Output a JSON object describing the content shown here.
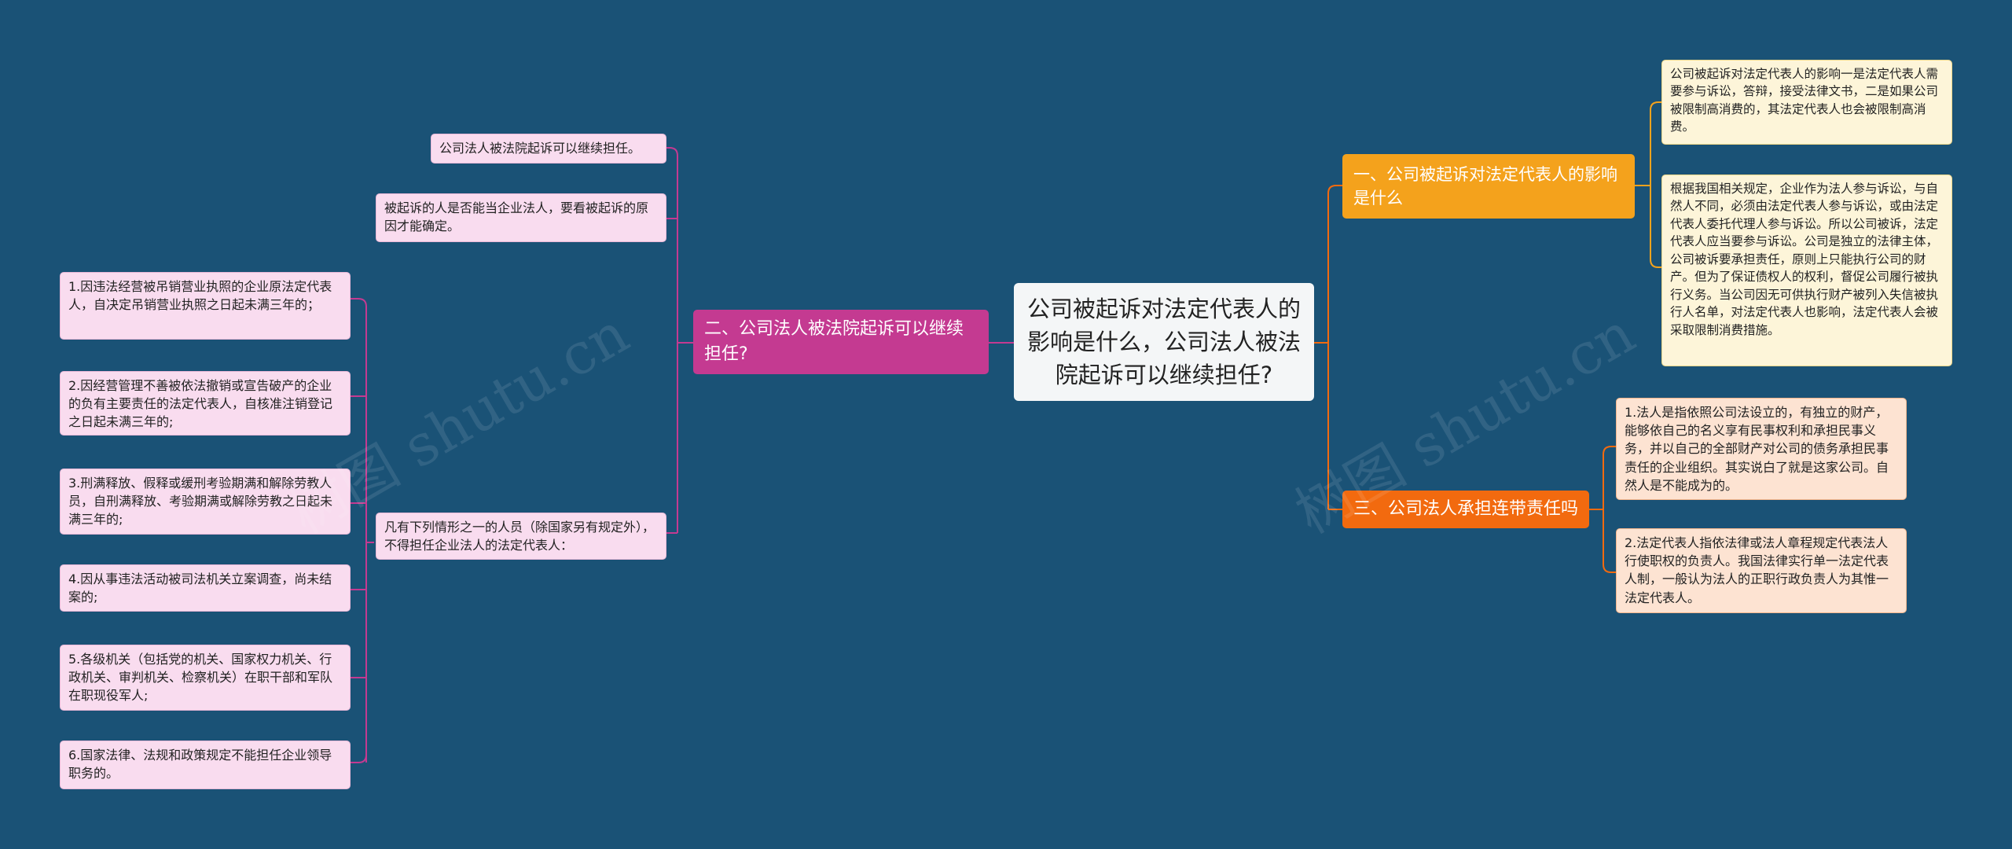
{
  "root": {
    "text": "公司被起诉对法定代表人的影响是什么，公司法人被法院起诉可以继续担任?"
  },
  "branch_left": {
    "title": "二、公司法人被法院起诉可以继续担任?",
    "items": [
      "公司法人被法院起诉可以继续担任。",
      "被起诉的人是否能当企业法人，要看被起诉的原因才能确定。",
      "凡有下列情形之一的人员（除国家另有规定外），不得担任企业法人的法定代表人："
    ],
    "sub_items": [
      "1.因违法经营被吊销营业执照的企业原法定代表人，自决定吊销营业执照之日起未满三年的；",
      "2.因经营管理不善被依法撤销或宣告破产的企业的负有主要责任的法定代表人，自核准注销登记之日起未满三年的;",
      "3.刑满释放、假释或缓刑考验期满和解除劳教人员，自刑满释放、考验期满或解除劳教之日起未满三年的;",
      "4.因从事违法活动被司法机关立案调查，尚未结案的;",
      "5.各级机关（包括党的机关、国家权力机关、行政机关、审判机关、检察机关）在职干部和军队在职现役军人;",
      "6.国家法律、法规和政策规定不能担任企业领导职务的。"
    ]
  },
  "branch_r1": {
    "title": "一、公司被起诉对法定代表人的影响是什么",
    "items": [
      "公司被起诉对法定代表人的影响一是法定代表人需要参与诉讼，答辩，接受法律文书，二是如果公司被限制高消费的，其法定代表人也会被限制高消费。",
      "根据我国相关规定，企业作为法人参与诉讼，与自然人不同，必须由法定代表人参与诉讼，或由法定代表人委托代理人参与诉讼。所以公司被诉，法定代表人应当要参与诉讼。公司是独立的法律主体，公司被诉要承担责任，原则上只能执行公司的财产。但为了保证债权人的权利，督促公司履行被执行义务。当公司因无可供执行财产被列入失信被执行人名单，对法定代表人也影响，法定代表人会被采取限制消费措施。"
    ]
  },
  "branch_r3": {
    "title": "三、公司法人承担连带责任吗",
    "items": [
      "1.法人是指依照公司法设立的，有独立的财产，能够依自己的名义享有民事权利和承担民事义务，并以自己的全部财产对公司的债务承担民事责任的企业组织。其实说白了就是这家公司。自然人是不能成为的。",
      "2.法定代表人指依法律或法人章程规定代表法人行使职权的负责人。我国法律实行单一法定代表人制，一般认为法人的正职行政负责人为其惟一法定代表人。"
    ]
  },
  "colors": {
    "background": "#1a5276",
    "left_line": "#c43a91",
    "r1_line": "#f4a21c",
    "r3_line": "#f26a0f"
  },
  "watermarks": [
    "树图 shutu.cn",
    "树图 shutu.cn"
  ]
}
